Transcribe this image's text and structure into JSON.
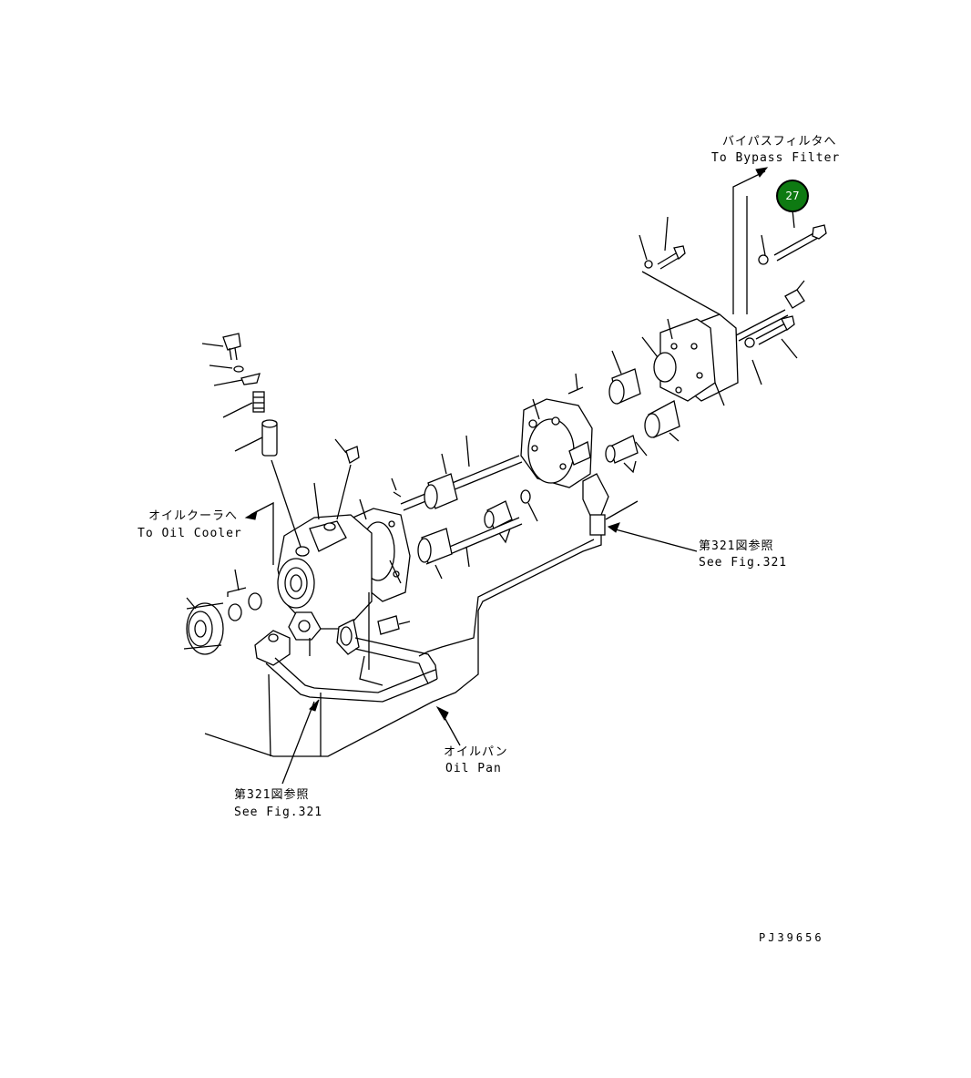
{
  "labels": {
    "bypass_jp": "バイパスフィルタへ",
    "bypass_en": "To Bypass Filter",
    "oilcooler_jp": "オイルクーラへ",
    "oilcooler_en": "To Oil Cooler",
    "ref_right_jp": "第321図参照",
    "ref_right_en": "See Fig.321",
    "oilpan_jp": "オイルパン",
    "oilpan_en": "Oil Pan",
    "ref_left_jp": "第321図参照",
    "ref_left_en": "See Fig.321",
    "drawing_number": "PJ39656"
  },
  "callouts": [
    {
      "number": "27",
      "color": "#0e7a12"
    }
  ]
}
